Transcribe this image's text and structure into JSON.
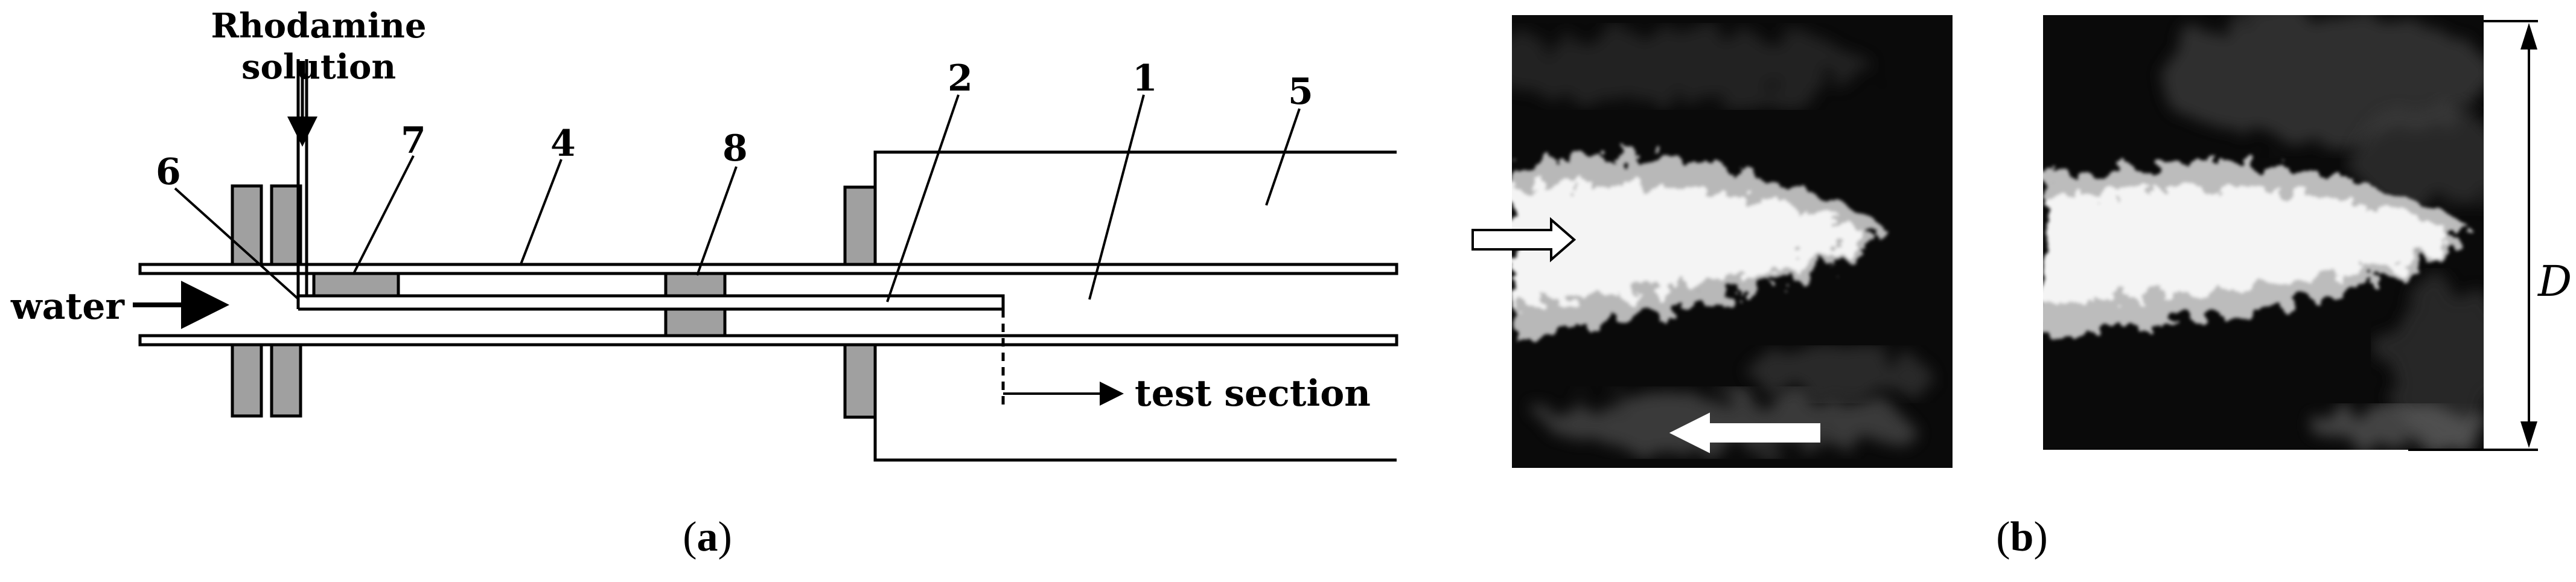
{
  "figure": {
    "panel_a": {
      "caption_open": "(",
      "caption_letter": "a",
      "caption_close": ")",
      "labels": {
        "rhodamine_line1": "Rhodamine",
        "rhodamine_line2": "solution",
        "water": "water",
        "test_section": "test section",
        "n1": "1",
        "n2": "2",
        "n4": "4",
        "n5": "5",
        "n6": "6",
        "n7": "7",
        "n8": "8"
      }
    },
    "panel_b": {
      "caption_open": "(",
      "caption_letter": "b",
      "caption_close": ")",
      "dimension_label": "D"
    }
  },
  "colors": {
    "line": "#000000",
    "fill_gray": "#a0a0a0",
    "photo_bg": "#0a0a0a",
    "jet": "#f4f4f4"
  }
}
